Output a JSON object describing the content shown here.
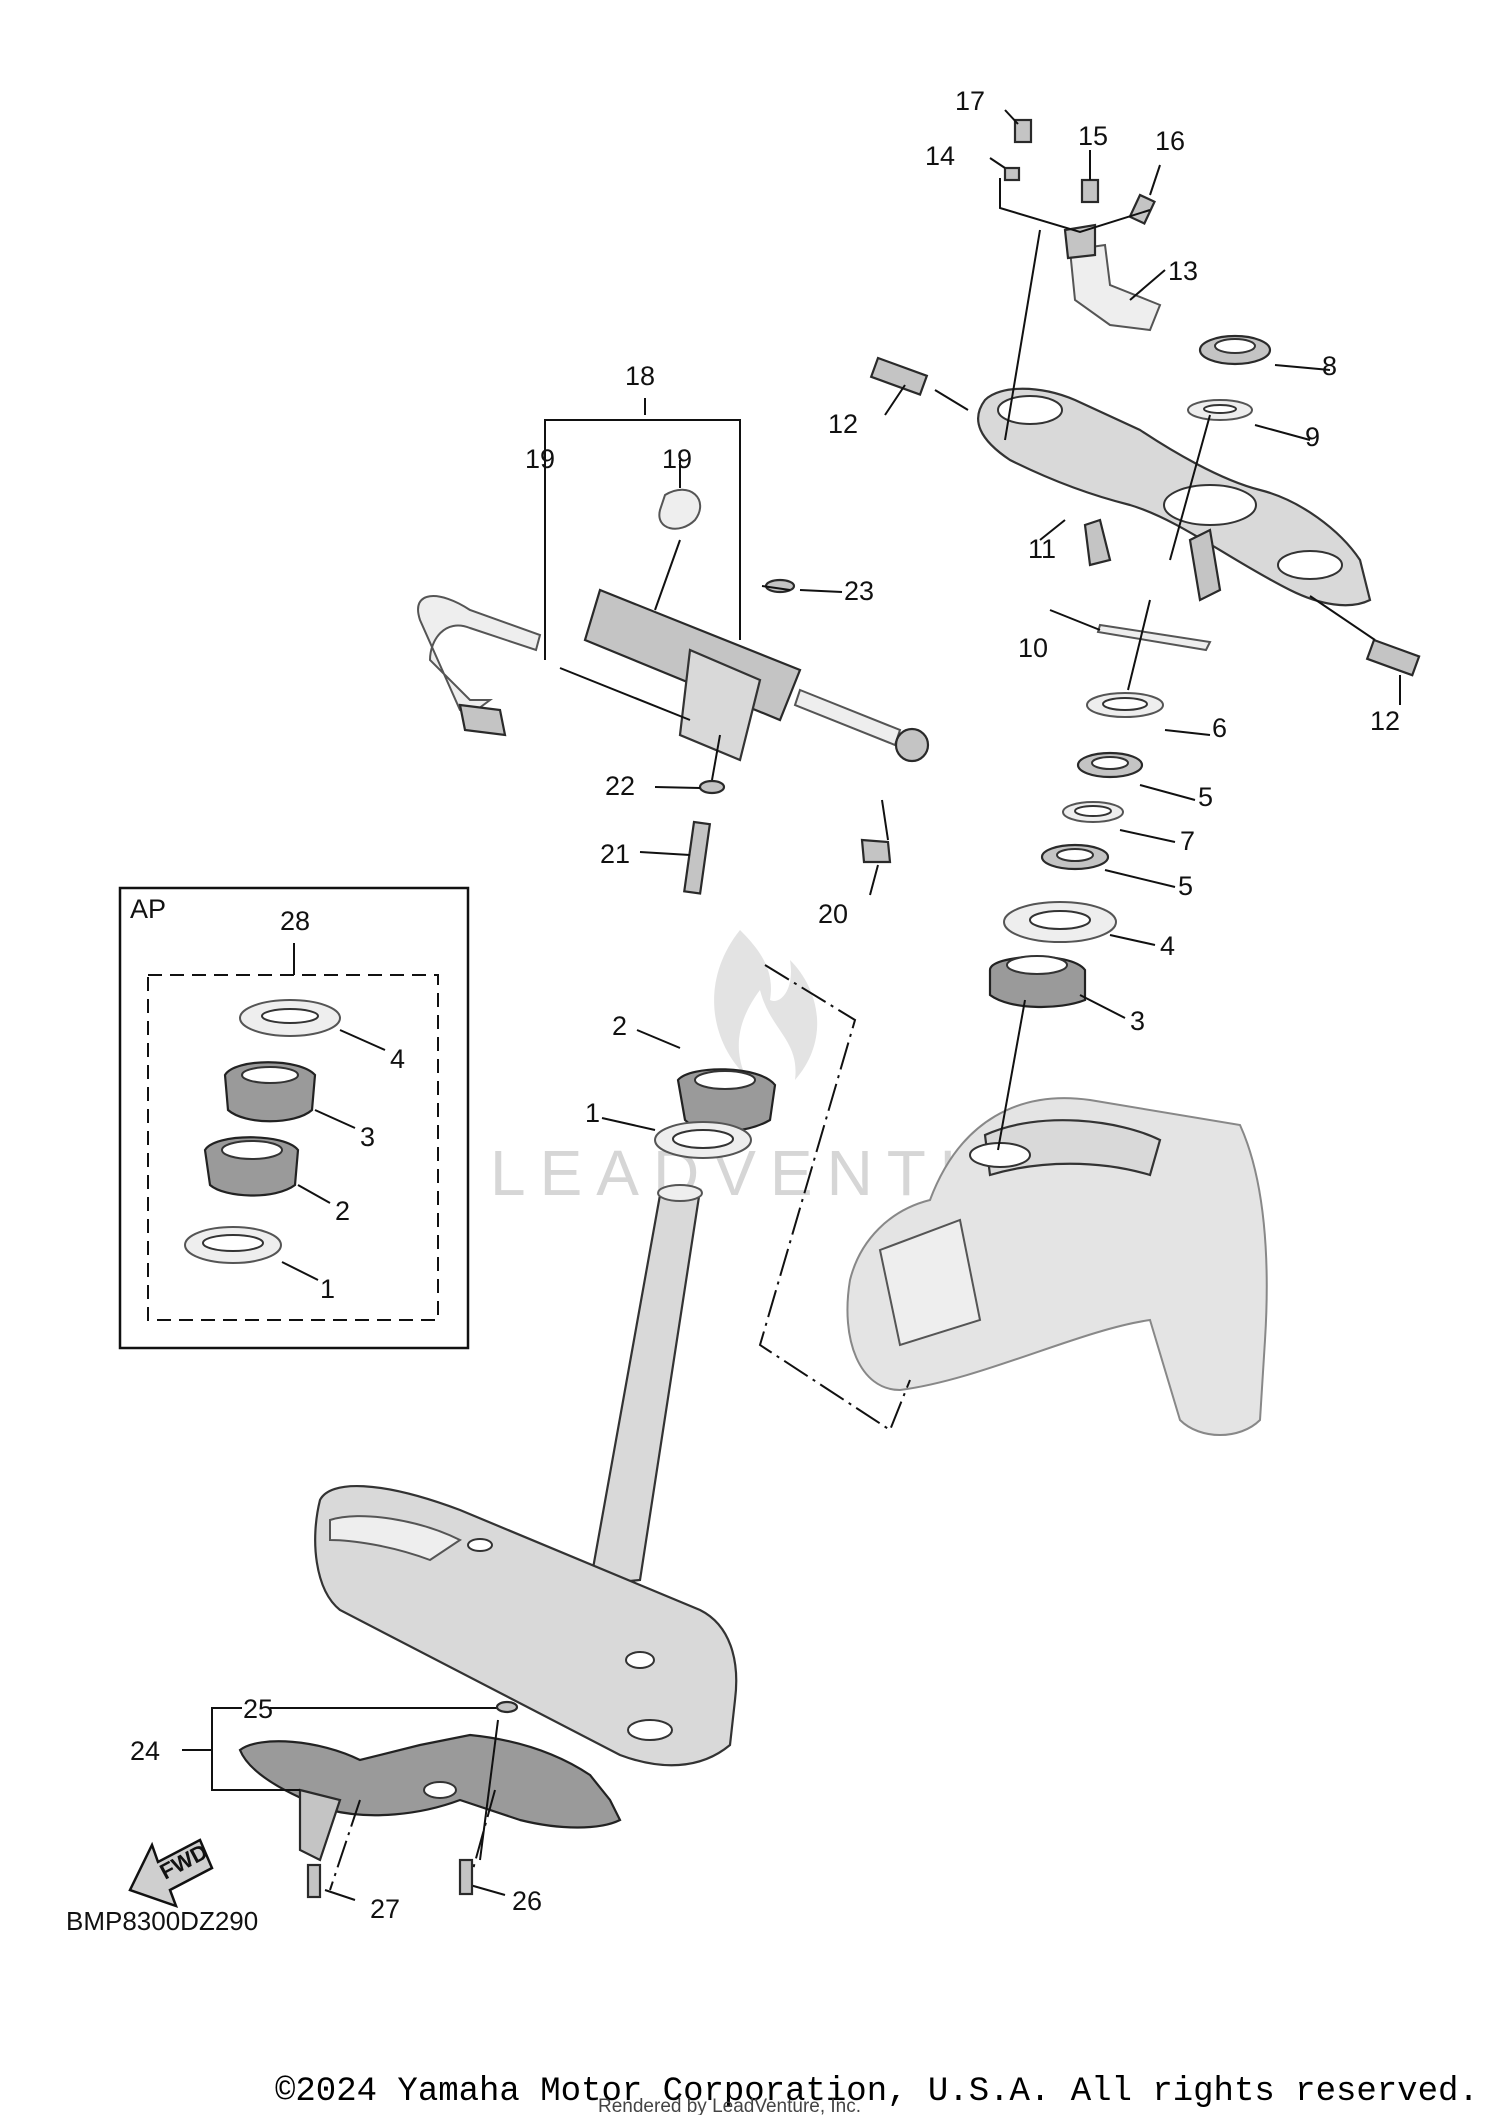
{
  "diagram_code": "BMP8300DZ290",
  "copyright": "©2024 Yamaha Motor Corporation, U.S.A. All rights reserved.",
  "rendered_by": "Rendered by LeadVenture, Inc.",
  "watermark": "LEADVENTURE",
  "fwd_label": "FWD",
  "ap_box": {
    "title": "AP",
    "kit_number": "28",
    "items": [
      "4",
      "3",
      "2",
      "1"
    ]
  },
  "callouts": {
    "c17": "17",
    "c14": "14",
    "c15": "15",
    "c16": "16",
    "c13": "13",
    "c8": "8",
    "c12a": "12",
    "c9": "9",
    "c11": "11",
    "c10": "10",
    "c12b": "12",
    "c6": "6",
    "c5a": "5",
    "c7": "7",
    "c5b": "5",
    "c4": "4",
    "c3": "3",
    "c18": "18",
    "c19a": "19",
    "c19b": "19",
    "c23": "23",
    "c22": "22",
    "c21": "21",
    "c20": "20",
    "c2": "2",
    "c1": "1",
    "c25": "25",
    "c24": "24",
    "c27": "27",
    "c26": "26"
  }
}
